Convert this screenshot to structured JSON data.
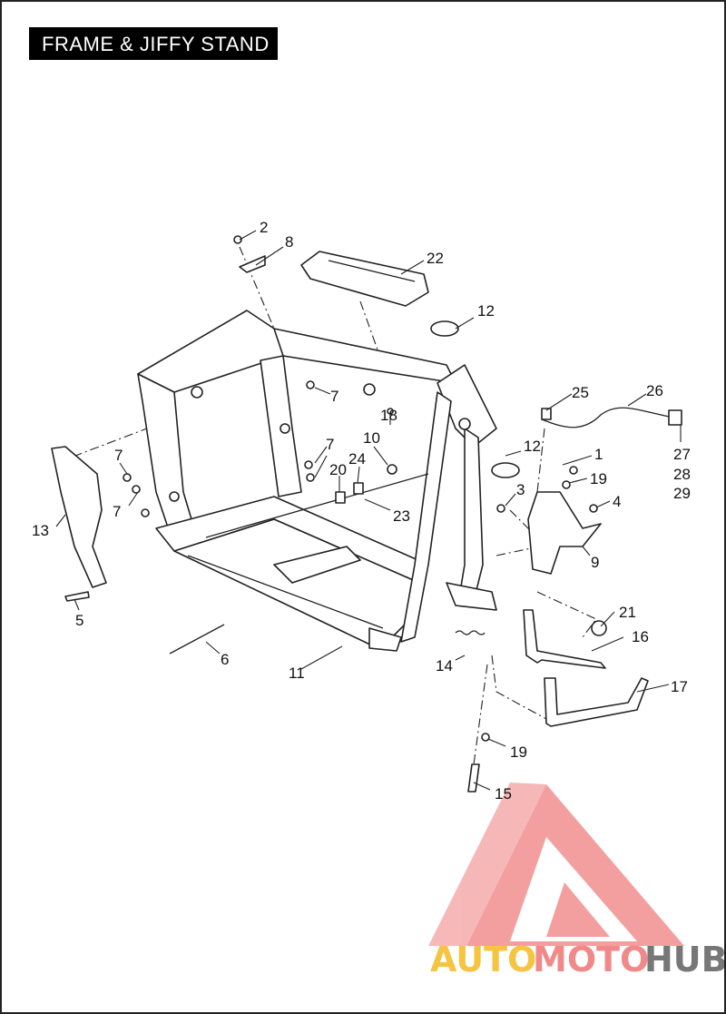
{
  "title": "FRAME & JIFFY STAND",
  "callouts": [
    "1",
    "2",
    "3",
    "4",
    "5",
    "6",
    "7",
    "7",
    "7",
    "7",
    "8",
    "9",
    "10",
    "11",
    "12",
    "12",
    "13",
    "14",
    "15",
    "16",
    "17",
    "18",
    "19",
    "19",
    "20",
    "21",
    "22",
    "23",
    "24",
    "25",
    "26",
    "27",
    "28",
    "29"
  ],
  "watermark": {
    "part1": "AUTO",
    "part2": "MOTO",
    "part3": "HUB",
    "color1": "#f5c542",
    "color2": "#f08a8a",
    "color3": "#777777",
    "logo_color": "#f08080"
  }
}
